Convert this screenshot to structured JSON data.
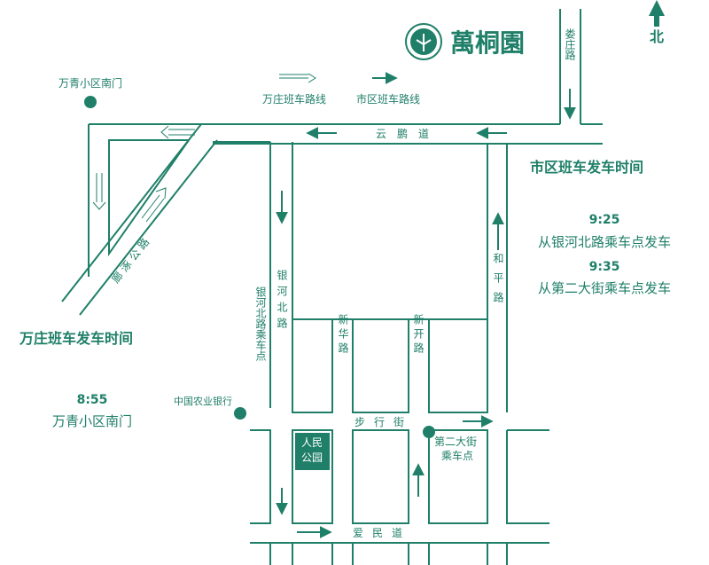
{
  "brand": {
    "name": "萬桐園"
  },
  "compass": {
    "label": "北"
  },
  "legend": {
    "wanzhuang": "万庄班车路线",
    "city": "市区班车路线"
  },
  "roads": {
    "loujuang": "娄庄路",
    "yunpeng": "云鹏道",
    "lianxi": "廊涿公路",
    "yinhe": "银河北路",
    "heping": "和平路",
    "xinhua": "新华路",
    "xinkai": "新开路",
    "buxing": "步行街",
    "aimin": "爱民道"
  },
  "places": {
    "wanqing": "万青小区南门",
    "bank": "中国农业银行",
    "yinhe_stop": "银河北路乘车点",
    "dier_stop": "第二大街乘车点",
    "park": "人民公园"
  },
  "city_schedule": {
    "title": "市区班车发车时间",
    "t1": "9:25",
    "t1_desc": "从银河北路乘车点发车",
    "t2": "9:35",
    "t2_desc": "从第二大街乘车点发车"
  },
  "wanzhuang_schedule": {
    "title": "万庄班车发车时间",
    "t1": "8:55",
    "t1_desc": "万青小区南门"
  },
  "colors": {
    "primary": "#1f7f68",
    "park_fill": "#1f7f68"
  }
}
